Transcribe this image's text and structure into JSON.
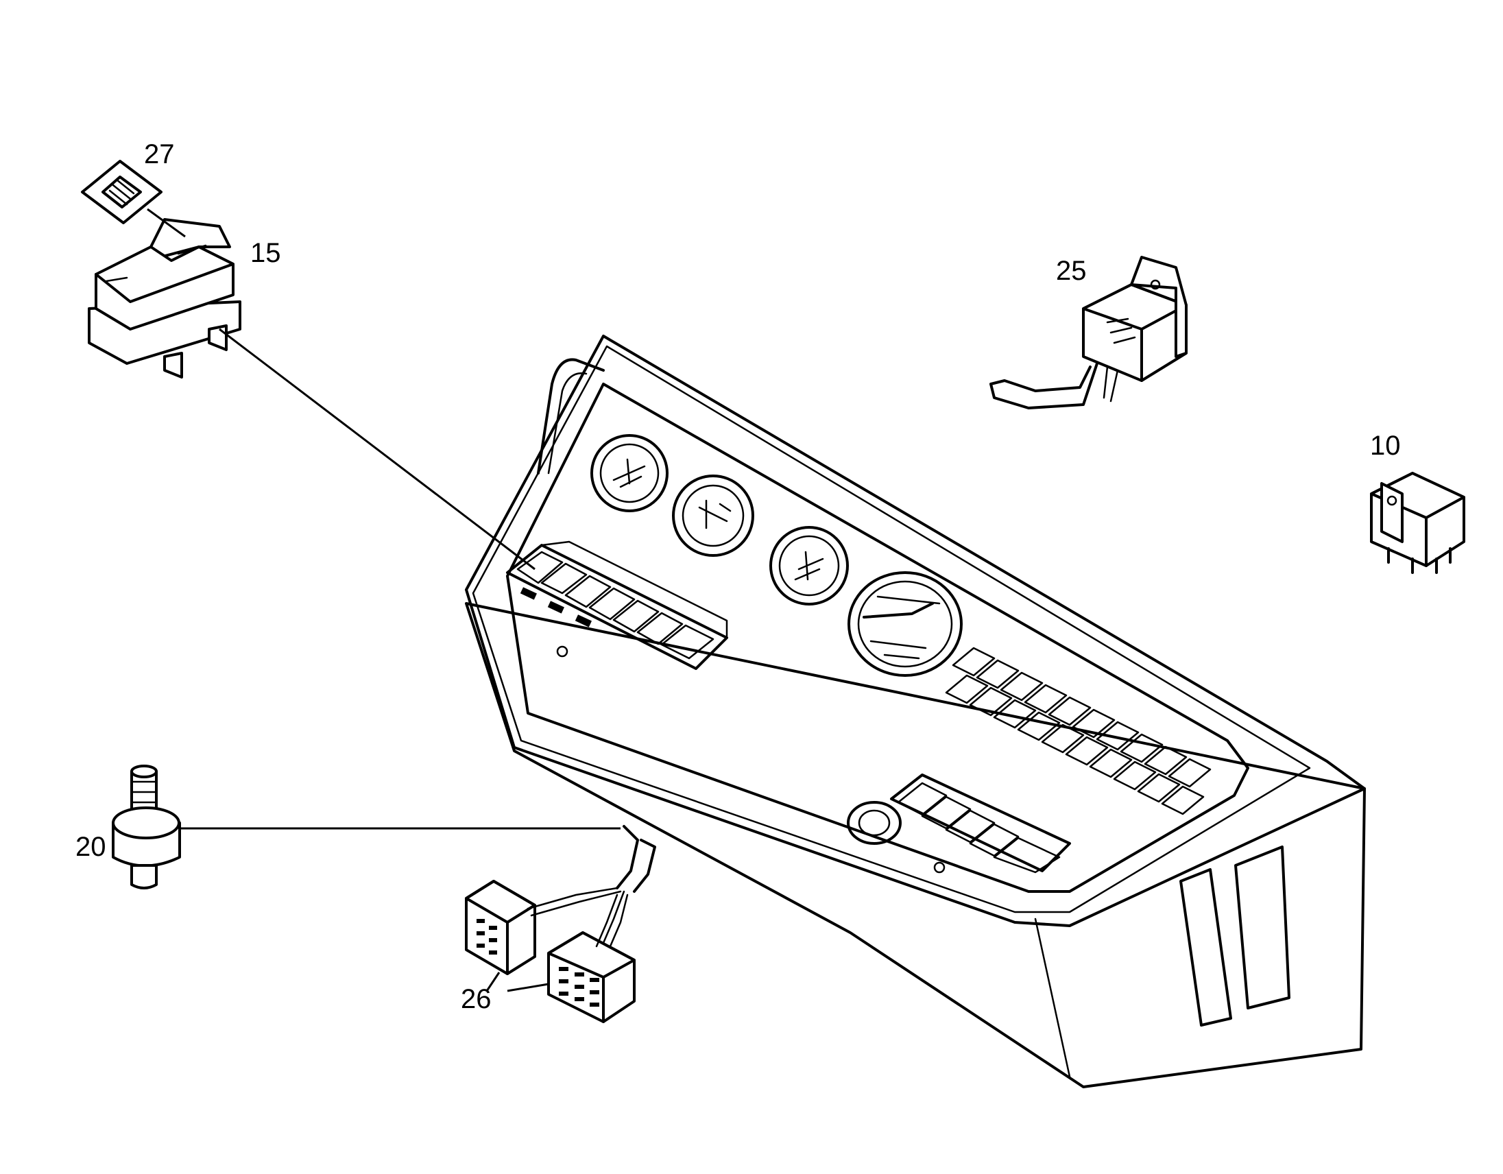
{
  "callouts": {
    "c27": "27",
    "c15": "15",
    "c25": "25",
    "c10": "10",
    "c20": "20",
    "c26": "26"
  },
  "colors": {
    "ink": "#000000",
    "paper": "#ffffff"
  }
}
